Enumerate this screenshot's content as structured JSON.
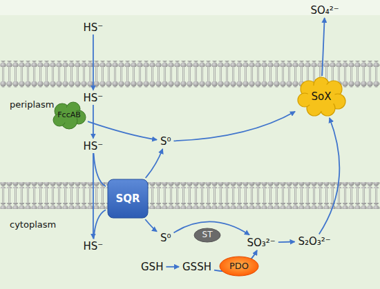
{
  "diagram": {
    "nodes": [
      {
        "text": [
          "HS⁻"
        ]
      },
      {
        "text": [
          "SO₄²⁻"
        ]
      },
      {
        "text": [
          "HS⁻"
        ]
      },
      {
        "text": [
          "FccAB"
        ]
      },
      {
        "text": [
          "SoX"
        ]
      },
      {
        "text": [
          "HS⁻"
        ]
      },
      {
        "text": [
          "S⁰"
        ]
      },
      {
        "text": [
          "SQR"
        ]
      },
      {
        "text": [
          "S⁰"
        ]
      },
      {
        "text": [
          "ST"
        ]
      },
      {
        "text": [
          "SO₃²⁻"
        ]
      },
      {
        "text": [
          "S₂O₃²⁻"
        ]
      },
      {
        "text": [
          "HS⁻"
        ]
      },
      {
        "text": [
          "GSH"
        ]
      },
      {
        "text": [
          "GSSH"
        ]
      },
      {
        "text": [
          "PDO"
        ]
      }
    ],
    "edges": [
      {
        "from": 0,
        "to": 2,
        "arrow": "to"
      },
      {
        "from": 2,
        "to": 5,
        "arrow": "to"
      },
      {
        "from": 5,
        "to": 12,
        "arrow": "to"
      },
      {
        "from": 3,
        "to": 6,
        "arrow": "to"
      },
      {
        "from": 6,
        "to": 4,
        "arrow": "to"
      },
      {
        "from": 5,
        "to": 7,
        "arrow": "none"
      },
      {
        "from": 7,
        "to": 6,
        "arrow": "to"
      },
      {
        "from": 12,
        "to": 7,
        "arrow": "none"
      },
      {
        "from": 7,
        "to": 8,
        "arrow": "to"
      },
      {
        "from": 8,
        "to": 10,
        "arrow": "to"
      },
      {
        "from": 13,
        "to": 14,
        "arrow": "to"
      },
      {
        "from": 14,
        "to": 10,
        "arrow": "to"
      },
      {
        "from": 10,
        "to": 11,
        "arrow": "to"
      },
      {
        "from": 11,
        "to": 4,
        "arrow": "to"
      },
      {
        "from": 4,
        "to": 1,
        "arrow": "to"
      }
    ],
    "labels": [
      "periplasm",
      "cytoplasm"
    ]
  }
}
